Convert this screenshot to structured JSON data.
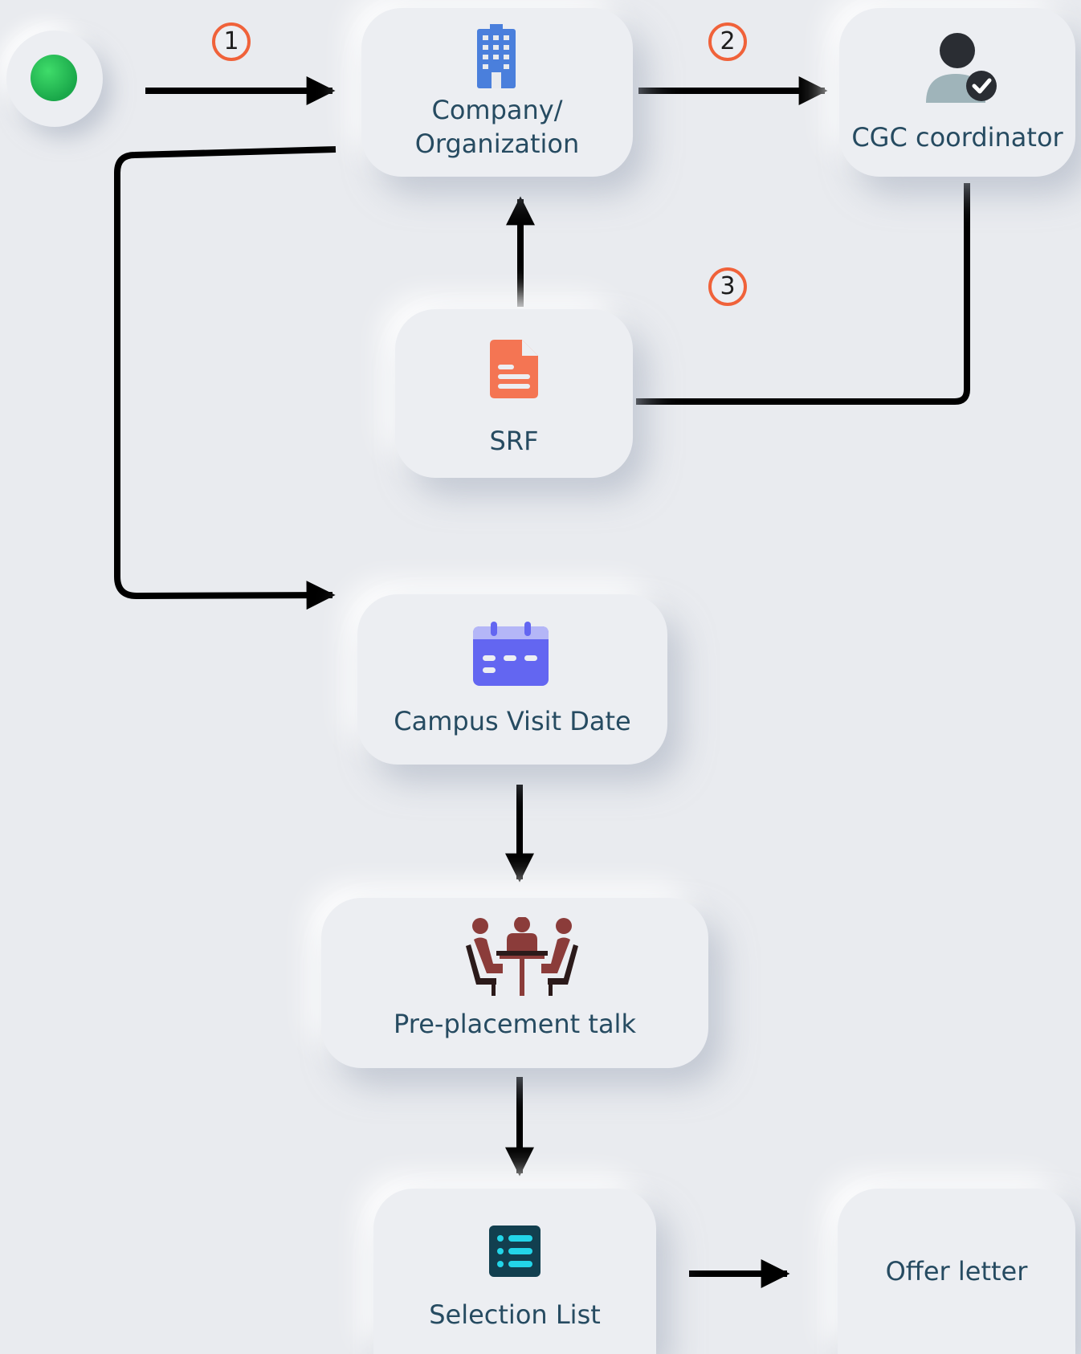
{
  "nodes": {
    "company": {
      "label": "Company/\nOrganization",
      "icon": "building-icon"
    },
    "cgc": {
      "label": "CGC coordinator",
      "icon": "verified-user-icon"
    },
    "srf": {
      "label": "SRF",
      "icon": "document-icon"
    },
    "campus": {
      "label": "Campus Visit Date",
      "icon": "calendar-icon"
    },
    "talk": {
      "label": "Pre-placement talk",
      "icon": "meeting-icon"
    },
    "selection": {
      "label": "Selection List",
      "icon": "list-icon"
    },
    "offer": {
      "label": "Offer letter"
    }
  },
  "steps": [
    "1",
    "2",
    "3"
  ],
  "colors": {
    "background": "#e9ebef",
    "label": "#264b61",
    "step_ring": "#f0623a",
    "start_dot": "#22c55e",
    "arrow": "#000000"
  }
}
